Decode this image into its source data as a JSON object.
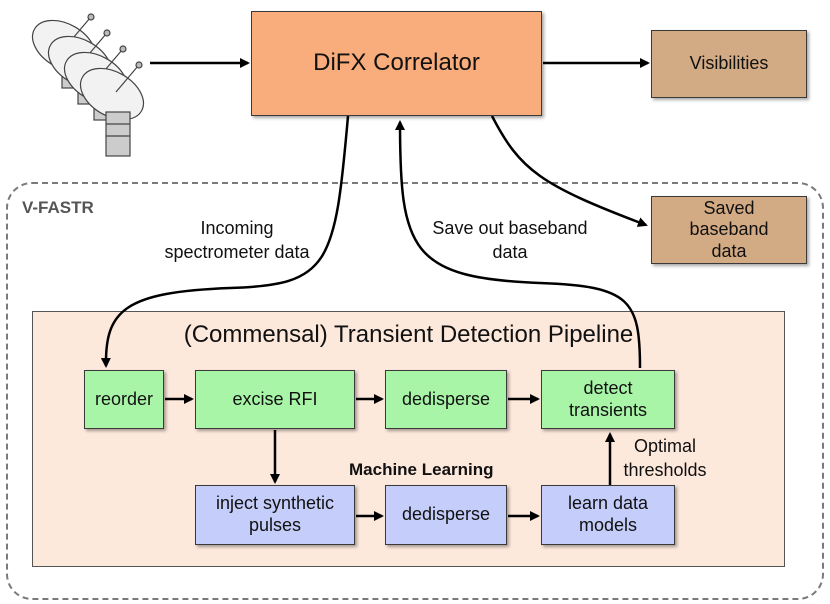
{
  "nodes": {
    "correlator": "DiFX Correlator",
    "visibilities": "Visibilities",
    "saved_baseband": "Saved baseband data",
    "reorder": "reorder",
    "excise_rfi": "excise RFI",
    "dedisperse_top": "dedisperse",
    "detect_transients": "detect transients",
    "inject_pulses": "inject synthetic pulses",
    "dedisperse_bottom": "dedisperse",
    "learn_models": "learn data models"
  },
  "groups": {
    "vfastr": "V-FASTR",
    "pipeline": "(Commensal) Transient Detection Pipeline",
    "machine_learning": "Machine Learning"
  },
  "edge_labels": {
    "incoming": "Incoming spectrometer data",
    "save_out": "Save out baseband data",
    "optimal": "Optimal thresholds"
  },
  "icons": {
    "antennas": "radio-dish-array-icon"
  },
  "colors": {
    "correlator": "#f9ac7c",
    "pipeline_bg": "#fde8dc",
    "green": "#a8f5a8",
    "blue": "#c5cdfb",
    "tan": "#d2aa83"
  }
}
